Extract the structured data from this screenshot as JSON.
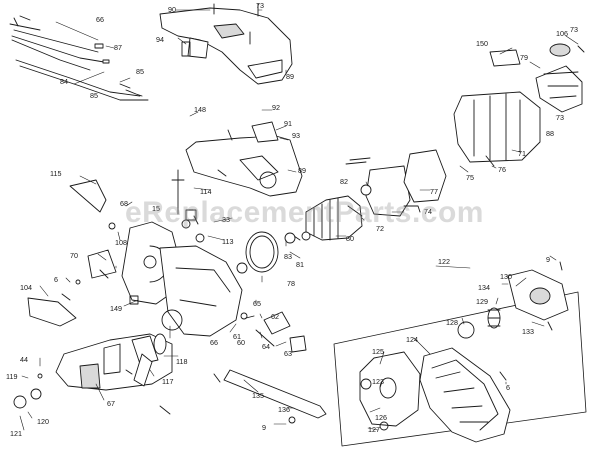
{
  "watermark": "eReplacementParts.com",
  "part_numbers": [
    "90",
    "73",
    "66",
    "94",
    "87",
    "89",
    "85",
    "84",
    "85",
    "150",
    "106",
    "73",
    "79",
    "148",
    "92",
    "91",
    "93",
    "73",
    "88",
    "71",
    "75",
    "76",
    "77",
    "115",
    "114",
    "89",
    "82",
    "68",
    "15",
    "33",
    "74",
    "72",
    "80",
    "108",
    "113",
    "81",
    "83",
    "70",
    "78",
    "122",
    "9",
    "6",
    "104",
    "130",
    "134",
    "65",
    "129",
    "128",
    "149",
    "62",
    "133",
    "124",
    "66",
    "64",
    "61",
    "60",
    "63",
    "125",
    "44",
    "118",
    "117",
    "123",
    "6",
    "119",
    "67",
    "135",
    "126",
    "120",
    "136",
    "121",
    "9",
    "127"
  ],
  "colors": {
    "line": "#1a1a1a",
    "fill": "#ffffff",
    "shade": "#d9d9d9"
  }
}
